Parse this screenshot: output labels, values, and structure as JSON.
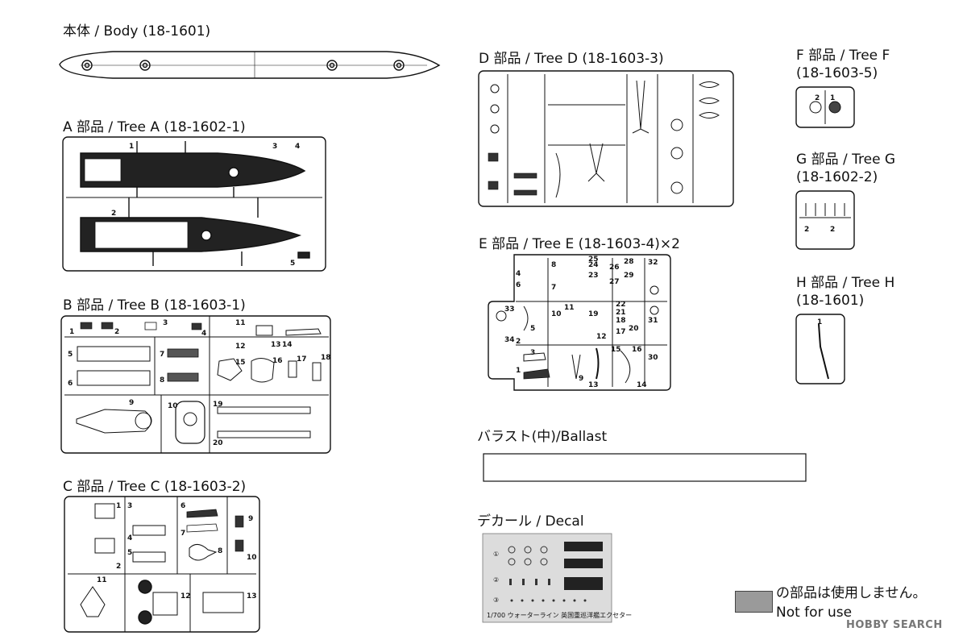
{
  "labels": {
    "body": "本体 / Body (18-1601)",
    "tree_a": "A 部品 / Tree A (18-1602-1)",
    "tree_b": "B 部品 / Tree B (18-1603-1)",
    "tree_c": "C 部品 / Tree C (18-1603-2)",
    "tree_d": "D 部品 / Tree D (18-1603-3)",
    "tree_e": "E 部品 / Tree E (18-1603-4)×2",
    "tree_f_1": "F 部品 / Tree F",
    "tree_f_2": "(18-1603-5)",
    "tree_g_1": "G 部品 / Tree G",
    "tree_g_2": "(18-1602-2)",
    "tree_h_1": "H 部品 / Tree H",
    "tree_h_2": "(18-1601)",
    "ballast": "バラスト(中)/Ballast",
    "decal": "デカール / Decal",
    "decal_caption": "1/700 ウォーターライン 英国重巡洋艦エクセター",
    "legend_1": "の部品は使用しません。",
    "legend_2": "Not for use",
    "watermark": "HOBBY SEARCH"
  },
  "part_numbers": {
    "a": [
      "1",
      "2",
      "3",
      "4",
      "5"
    ],
    "b": [
      "1",
      "2",
      "3",
      "4",
      "5",
      "6",
      "7",
      "8",
      "9",
      "10",
      "11",
      "12",
      "13",
      "14",
      "15",
      "16",
      "17",
      "18",
      "19",
      "20"
    ],
    "c": [
      "1",
      "2",
      "3",
      "4",
      "5",
      "6",
      "7",
      "8",
      "9",
      "10",
      "11",
      "12",
      "13"
    ],
    "e": [
      "1",
      "2",
      "3",
      "4",
      "5",
      "6",
      "7",
      "8",
      "9",
      "10",
      "11",
      "12",
      "13",
      "14",
      "15",
      "16",
      "17",
      "18",
      "19",
      "20",
      "21",
      "22",
      "23",
      "24",
      "25",
      "26",
      "27",
      "28",
      "29",
      "30",
      "31",
      "32",
      "33",
      "34"
    ],
    "f": [
      "2",
      "1"
    ],
    "g": [
      "2",
      "2"
    ],
    "h": [
      "1"
    ]
  },
  "decal_rows": [
    "①",
    "②",
    "③"
  ],
  "colors": {
    "not_for_use": "#9a9a9a",
    "ink": "#111111"
  }
}
